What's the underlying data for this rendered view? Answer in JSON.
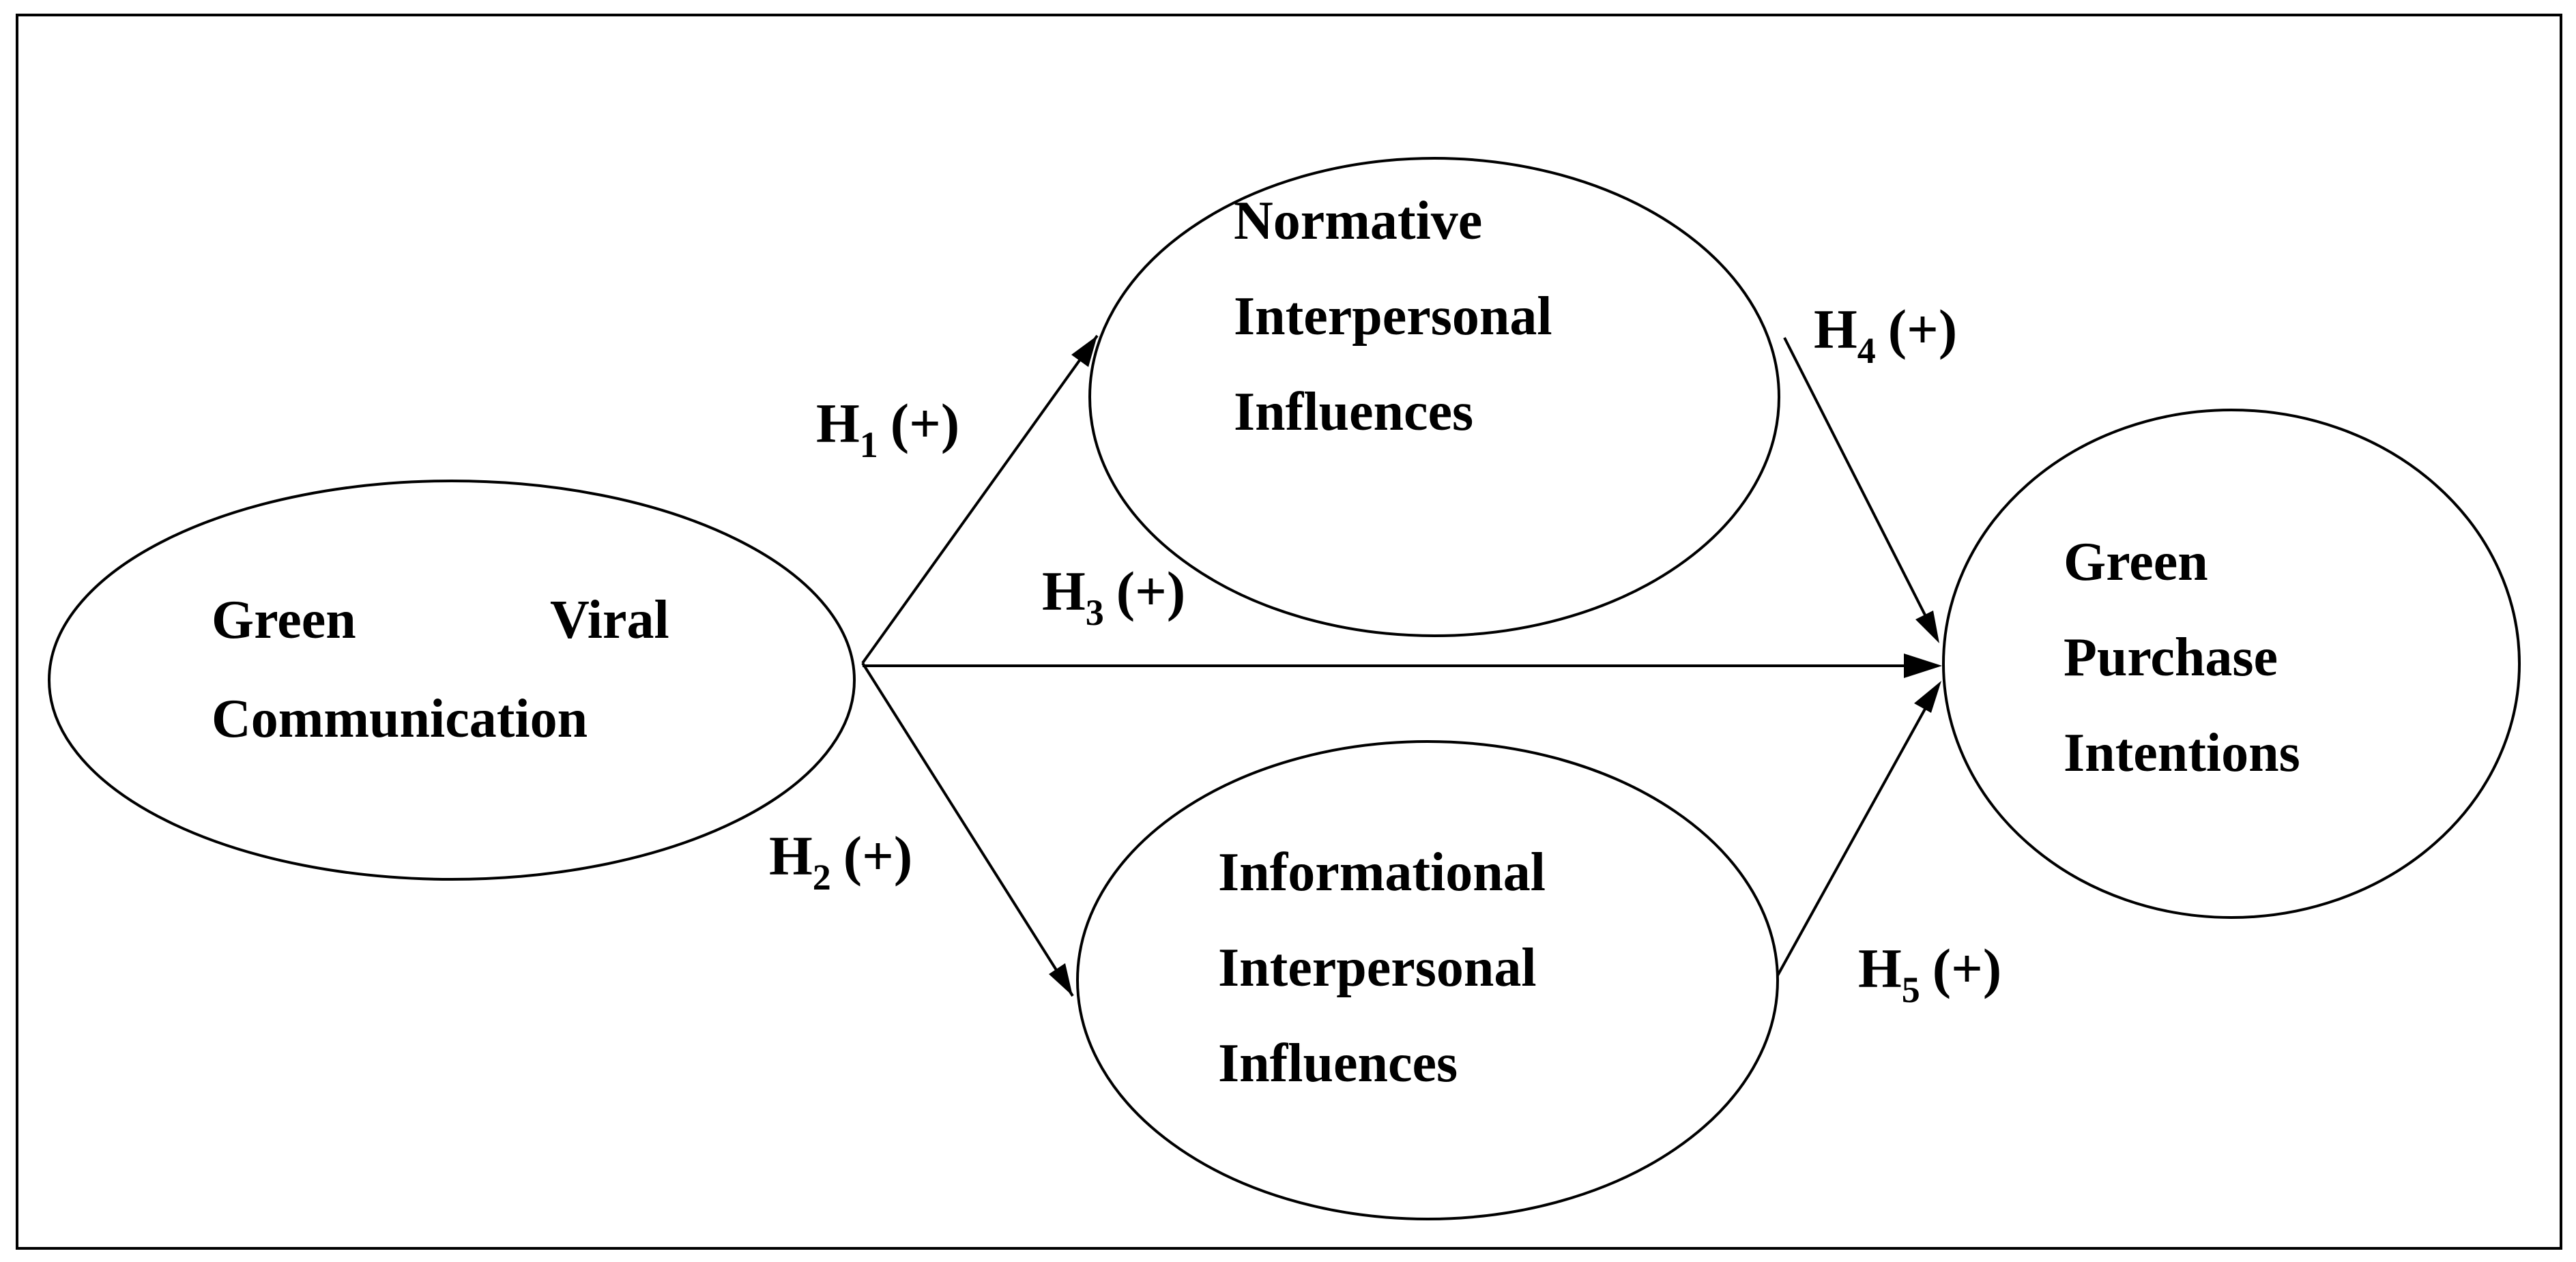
{
  "colors": {
    "background": "#ffffff",
    "stroke": "#000000"
  },
  "nodes": {
    "gvc": {
      "word1": "Green",
      "word2": "Viral",
      "line2": "Communication"
    },
    "nii": {
      "line1": "Normative",
      "line2": "Interpersonal",
      "line3": "Influences"
    },
    "iii": {
      "line1": "Informational",
      "line2": "Interpersonal",
      "line3": "Influences"
    },
    "gpi": {
      "line1": "Green",
      "line2": "Purchase",
      "line3": "Intentions"
    }
  },
  "hypotheses": {
    "h1": {
      "letter": "H",
      "sub": "1",
      "sign": "(+)"
    },
    "h2": {
      "letter": "H",
      "sub": "2",
      "sign": "(+)"
    },
    "h3": {
      "letter": "H",
      "sub": "3",
      "sign": "(+)"
    },
    "h4": {
      "letter": "H",
      "sub": "4",
      "sign": "(+)"
    },
    "h5": {
      "letter": "H",
      "sub": "5",
      "sign": "(+)"
    }
  }
}
